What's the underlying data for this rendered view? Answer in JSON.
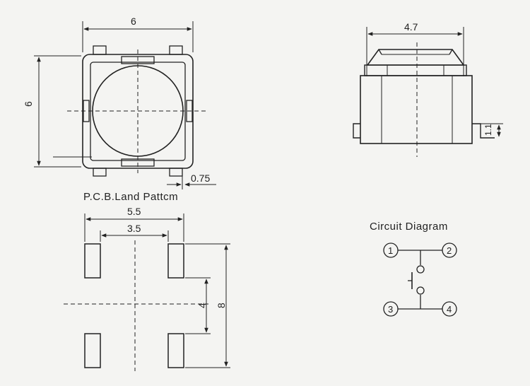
{
  "top_view": {
    "width_label": "6",
    "height_label": "6",
    "terminal_label": "0.75"
  },
  "side_view": {
    "width_label": "4.7",
    "height_label": "1.1"
  },
  "pcb": {
    "title": "P.C.B.Land Pattcm",
    "outer_width_label": "5.5",
    "inner_width_label": "3.5",
    "vertical_inner_label": "4",
    "vertical_outer_label": "8"
  },
  "circuit": {
    "title": "Circuit Diagram",
    "pins": [
      "1",
      "2",
      "3",
      "4"
    ]
  },
  "colors": {
    "ink": "#222222",
    "paper": "#f4f4f2"
  }
}
